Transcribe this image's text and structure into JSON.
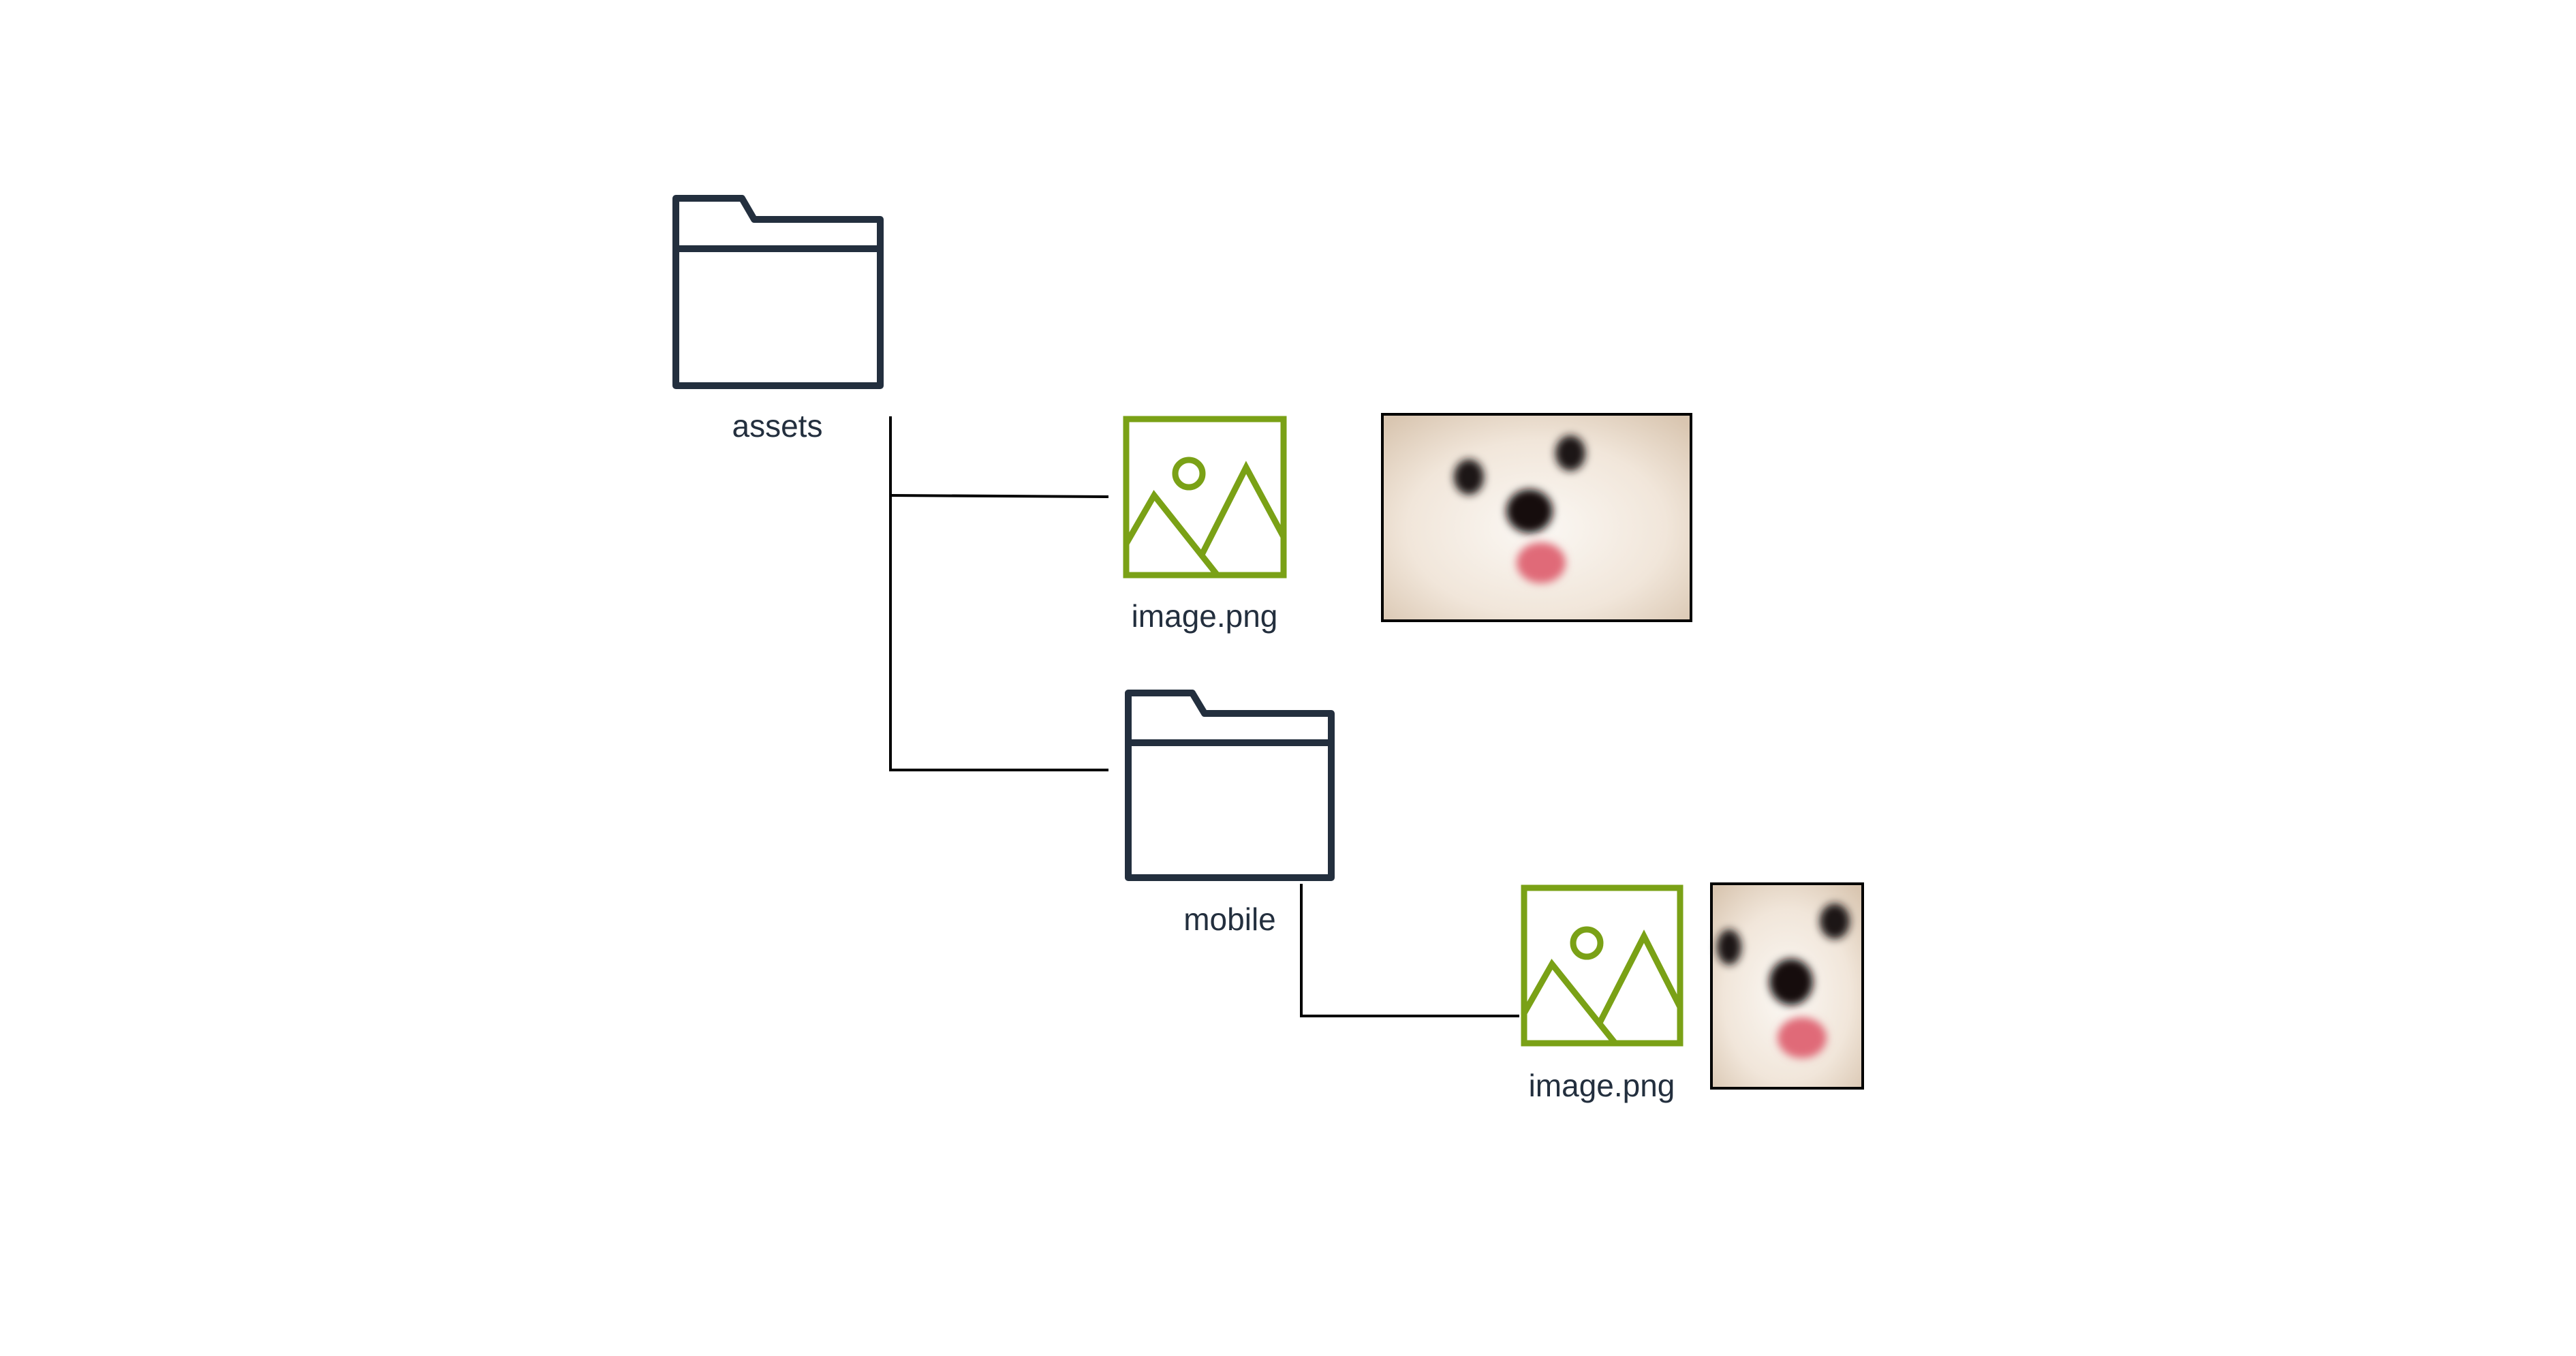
{
  "tree": {
    "root_folder": {
      "name": "assets",
      "icon": "folder-icon"
    },
    "root_image": {
      "name": "image.png",
      "icon": "image-icon",
      "preview": "dog-photo-landscape"
    },
    "sub_folder": {
      "name": "mobile",
      "icon": "folder-icon"
    },
    "sub_image": {
      "name": "image.png",
      "icon": "image-icon",
      "preview": "dog-photo-portrait"
    }
  },
  "colors": {
    "folder": "#232f3e",
    "image_icon": "#7aa116",
    "connector": "#000000"
  }
}
